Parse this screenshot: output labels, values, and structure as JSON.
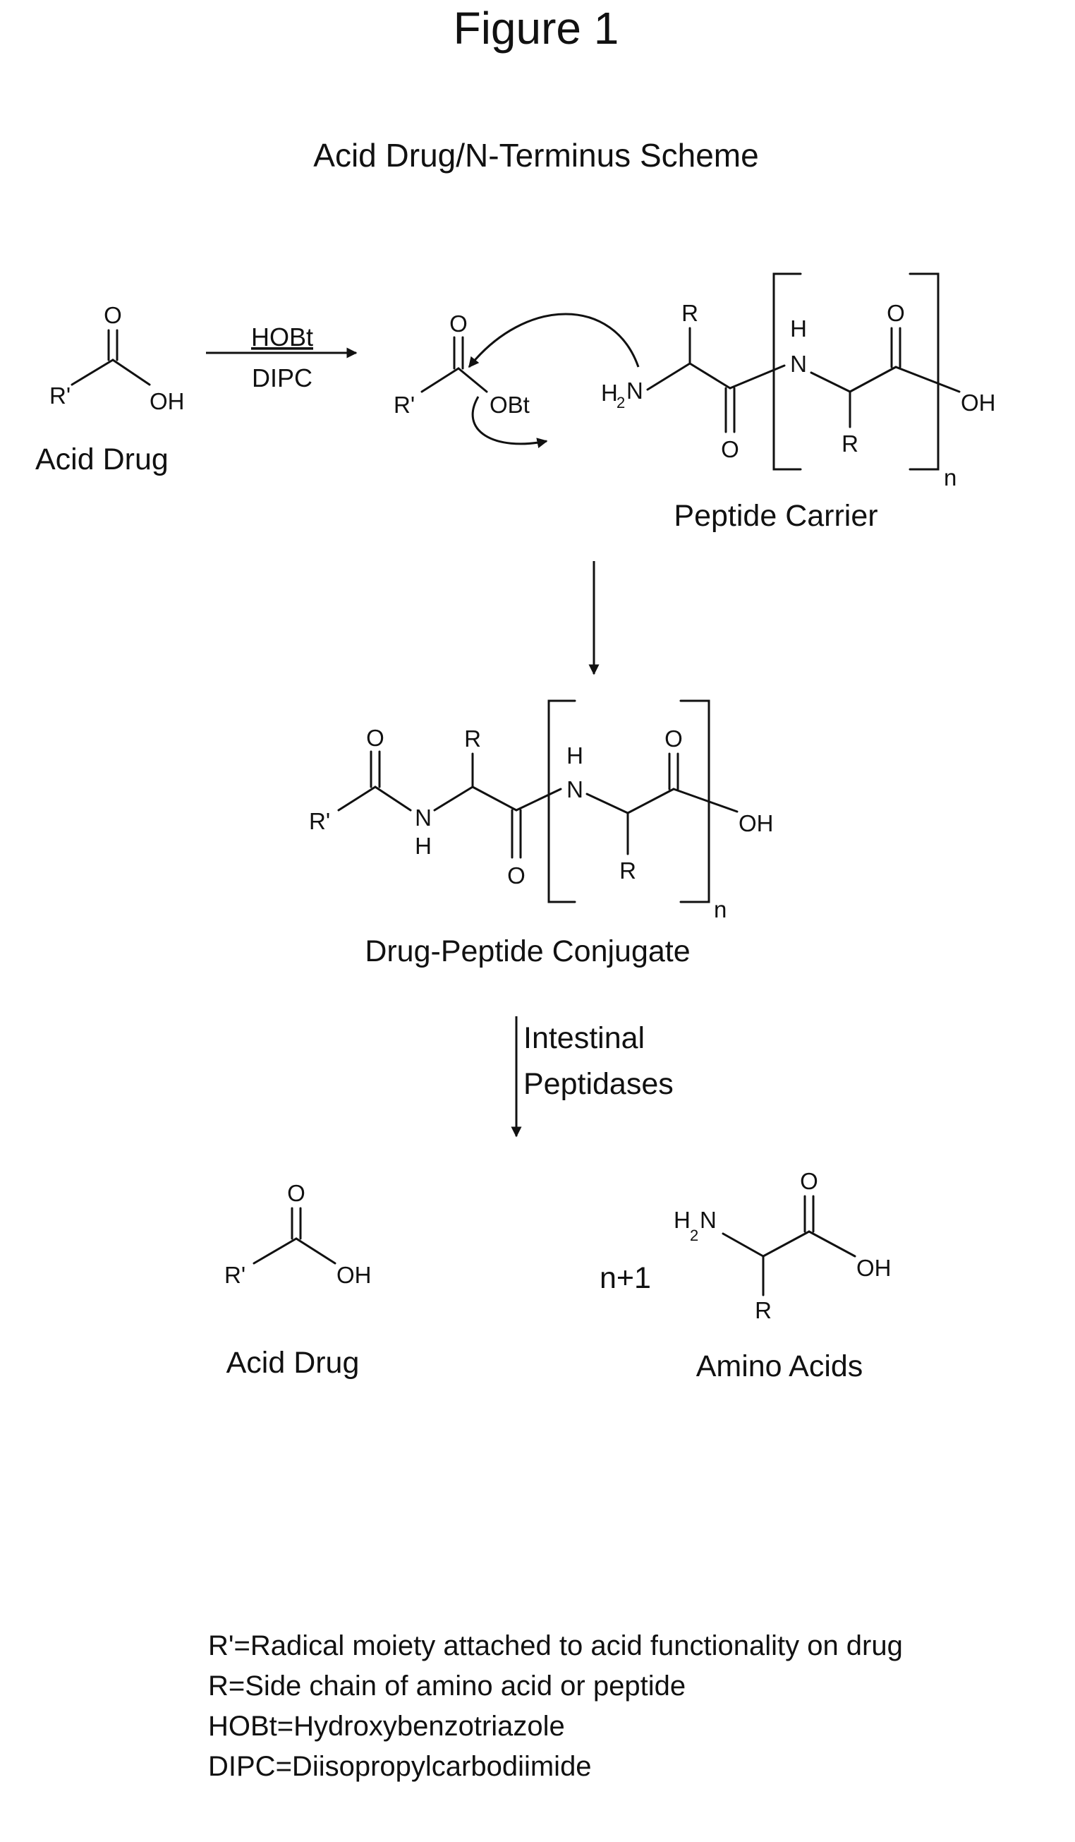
{
  "figure": {
    "title": "Figure 1",
    "subtitle": "Acid Drug/N-Terminus Scheme"
  },
  "step1": {
    "acid_drug": {
      "r_group": "R'",
      "oxygen": "O",
      "hydroxyl": "OH",
      "caption": "Acid Drug"
    },
    "reagents": {
      "top": "HOBt",
      "bottom": "DIPC"
    },
    "activated_ester": {
      "r_group": "R'",
      "oxygen": "O",
      "leaving_group": "OBt"
    },
    "peptide_carrier": {
      "amine_h": "H",
      "amine_sub": "2",
      "amine_n": "N",
      "side_chain_top": "R",
      "carbonyl_o": "O",
      "nh_h": "H",
      "nh_n": "N",
      "repeat_o": "O",
      "side_chain_bottom": "R",
      "hydroxyl": "OH",
      "repeat_n": "n",
      "caption": "Peptide Carrier"
    }
  },
  "conjugate": {
    "r_group": "R'",
    "carbonyl_o1": "O",
    "amide_n": "N",
    "amide_h": "H",
    "side_chain_top": "R",
    "carbonyl_o2": "O",
    "nh_h": "H",
    "nh_n": "N",
    "repeat_o": "O",
    "side_chain_bottom": "R",
    "hydroxyl": "OH",
    "repeat_n": "n",
    "caption": "Drug-Peptide Conjugate"
  },
  "cleavage": {
    "label_line1": "Intestinal",
    "label_line2": "Peptidases"
  },
  "products": {
    "acid_drug": {
      "r_group": "R'",
      "oxygen": "O",
      "hydroxyl": "OH",
      "caption": "Acid Drug"
    },
    "amino_acids": {
      "coefficient": "n+1",
      "amine_h": "H",
      "amine_sub": "2",
      "amine_n": "N",
      "oxygen": "O",
      "hydroxyl": "OH",
      "side_chain": "R",
      "caption": "Amino Acids"
    }
  },
  "legend": [
    "R'=Radical moiety attached to acid functionality on drug",
    "R=Side chain of amino acid or peptide",
    "HOBt=Hydroxybenzotriazole",
    "DIPC=Diisopropylcarbodiimide"
  ]
}
